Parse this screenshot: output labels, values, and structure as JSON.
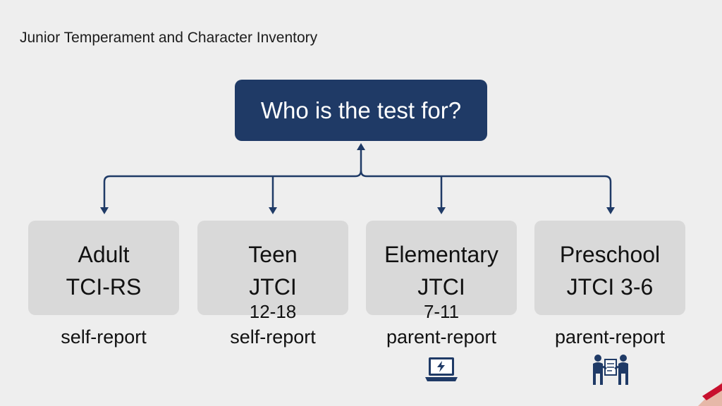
{
  "title": "Junior Temperament and Character Inventory",
  "root": {
    "label": "Who is the test for?"
  },
  "groups": [
    {
      "name": "Adult",
      "test": "TCI-RS",
      "age": "",
      "report": "self-report",
      "icon": ""
    },
    {
      "name": "Teen",
      "test": "JTCI",
      "age": "12-18",
      "report": "self-report",
      "icon": ""
    },
    {
      "name": "Elementary",
      "test": "JTCI",
      "age": "7-11",
      "report": "parent-report",
      "icon": "laptop-icon"
    },
    {
      "name": "Preschool",
      "test": "JTCI 3-6",
      "age": "",
      "report": "parent-report",
      "icon": "parents-document-icon"
    }
  ],
  "colors": {
    "accent": "#1f3a66",
    "card": "#d9d9d9",
    "corner": "#c8102e"
  }
}
